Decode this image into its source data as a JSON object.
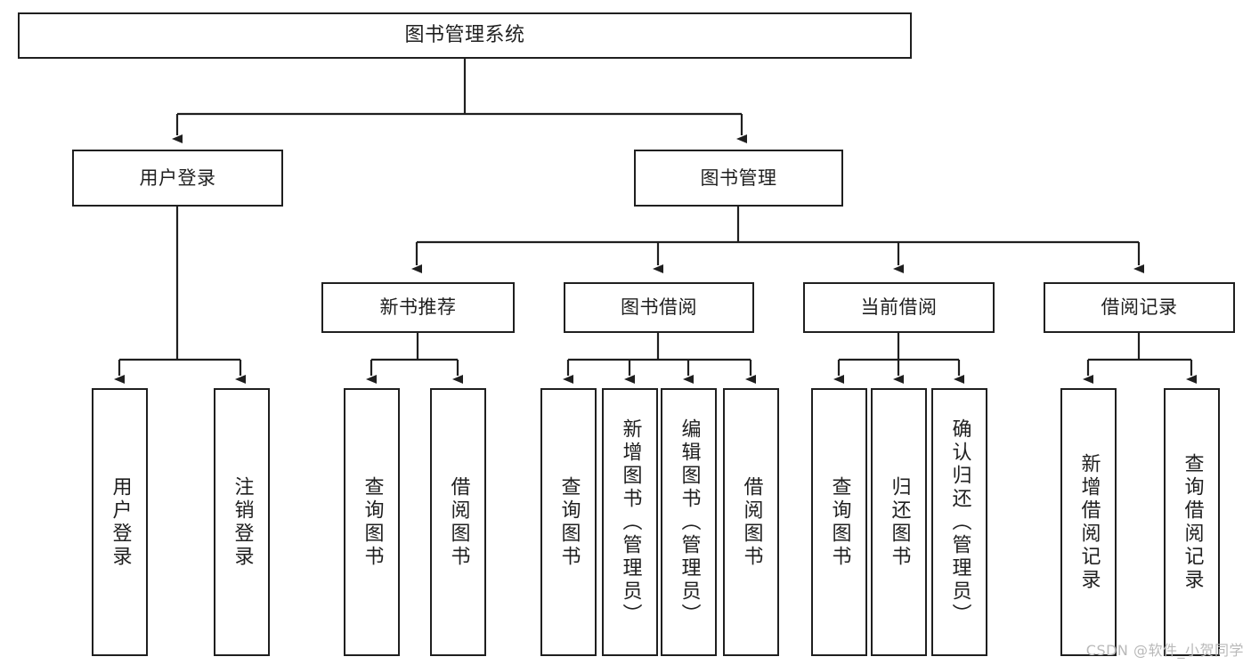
{
  "diagram": {
    "type": "tree-hierarchy",
    "title": "图书管理系统",
    "root": {
      "label": "图书管理系统"
    },
    "level2": [
      {
        "label": "用户登录"
      },
      {
        "label": "图书管理"
      }
    ],
    "level3": [
      {
        "label": "新书推荐"
      },
      {
        "label": "图书借阅"
      },
      {
        "label": "当前借阅"
      },
      {
        "label": "借阅记录"
      }
    ],
    "leaves": {
      "user_login": [
        {
          "label": "用户登录"
        },
        {
          "label": "注销登录"
        }
      ],
      "new_book_recommend": [
        {
          "label": "查询图书"
        },
        {
          "label": "借阅图书"
        }
      ],
      "book_borrow": [
        {
          "label": "查询图书"
        },
        {
          "label": "新增图书（管理员）"
        },
        {
          "label": "编辑图书（管理员）"
        },
        {
          "label": "借阅图书"
        }
      ],
      "current_borrow": [
        {
          "label": "查询图书"
        },
        {
          "label": "归还图书"
        },
        {
          "label": "确认归还（管理员）"
        }
      ],
      "borrow_records": [
        {
          "label": "新增借阅记录"
        },
        {
          "label": "查询借阅记录"
        }
      ]
    }
  },
  "watermark": {
    "text": "CSDN @软件_小贺同学"
  },
  "colors": {
    "stroke": "#1f1f1f",
    "background": "#ffffff",
    "watermark": "#b9b9b9"
  }
}
